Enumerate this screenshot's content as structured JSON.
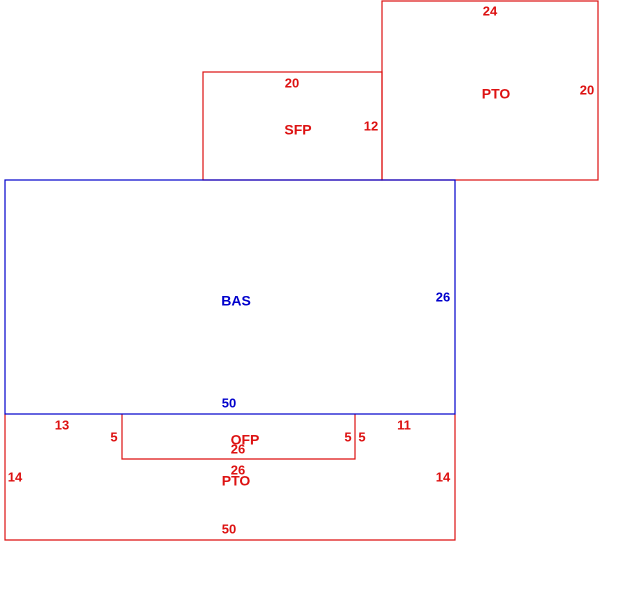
{
  "colors": {
    "main_area": "#0000cc",
    "addition": "#dd1111",
    "background": "#ffffff"
  },
  "areas": [
    {
      "id": "bas",
      "label": "BAS",
      "color_key": "main_area",
      "dimensions": {
        "bottom": "50",
        "right": "26"
      }
    },
    {
      "id": "pto-top",
      "label": "PTO",
      "color_key": "addition",
      "dimensions": {
        "top": "24",
        "right": "20"
      }
    },
    {
      "id": "sfp",
      "label": "SFP",
      "color_key": "addition",
      "dimensions": {
        "top": "20",
        "right": "12"
      }
    },
    {
      "id": "ofp",
      "label": "OFP",
      "color_key": "addition",
      "dimensions": {
        "left": "5",
        "right": "5",
        "bottom": "26"
      }
    },
    {
      "id": "pto-bottom",
      "label": "PTO",
      "color_key": "addition",
      "dimensions": {
        "top": "26",
        "top_left": "13",
        "top_right": "11",
        "inner_left": "5",
        "left": "14",
        "right": "14",
        "bottom": "50"
      }
    }
  ]
}
